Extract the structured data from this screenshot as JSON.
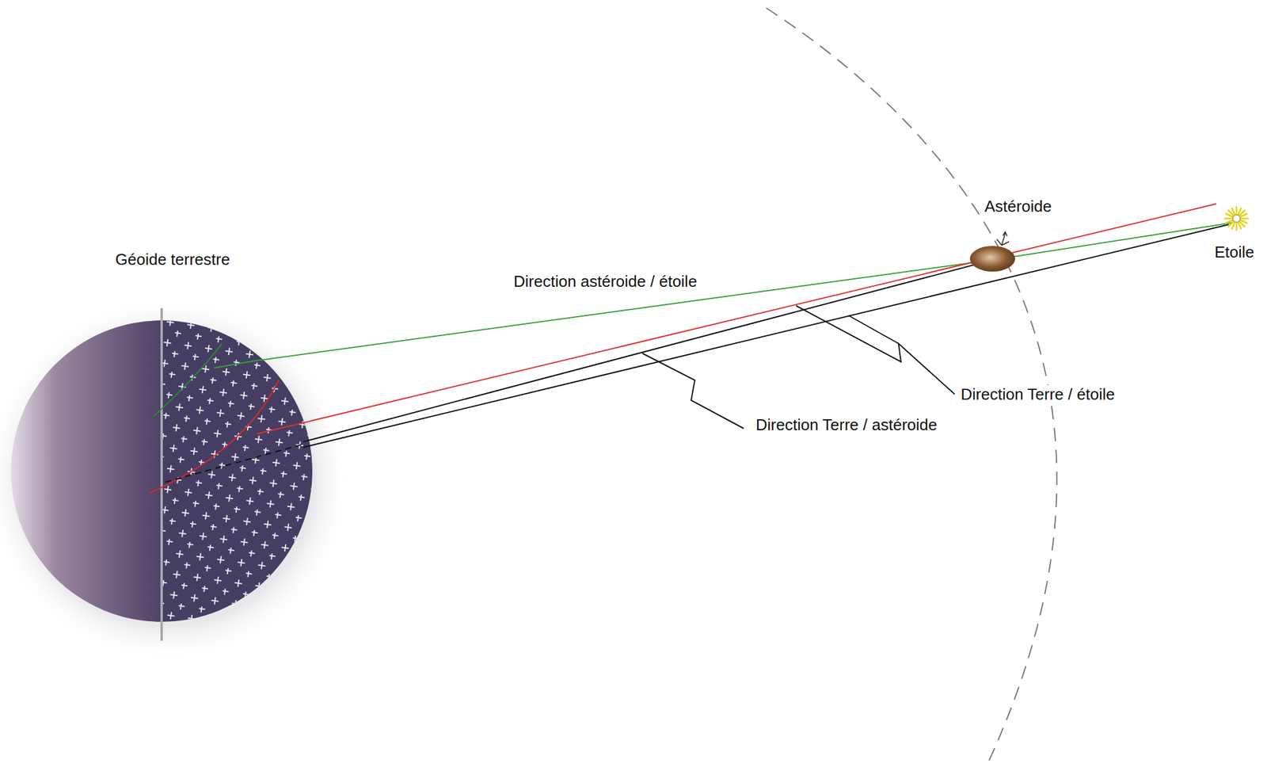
{
  "diagram": {
    "labels": [
      "Géoide terrestre",
      "Astéroide",
      "Etoile",
      "Direction astéroide / étoile",
      "Direction Terre / étoile",
      "Direction Terre / astéroide"
    ]
  }
}
